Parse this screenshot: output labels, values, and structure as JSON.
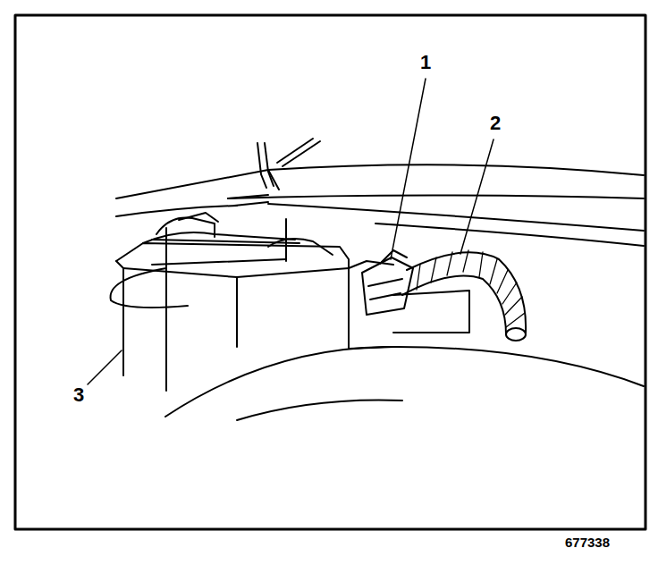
{
  "diagram": {
    "labels": [
      "1",
      "2",
      "3",
      "677338"
    ]
  }
}
